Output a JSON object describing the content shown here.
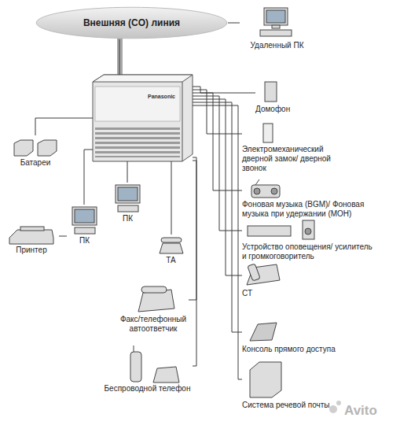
{
  "diagram": {
    "nodes": [
      {
        "text": [
          "Внешняя (CO) линия"
        ]
      },
      {
        "text": [
          "Удаленный ПК"
        ]
      },
      {
        "text": [
          "Panasonic"
        ]
      },
      {
        "text": [
          "Домофон"
        ]
      },
      {
        "text": [
          "Электромеханический дверной замок/ дверной звонок"
        ]
      },
      {
        "text": [
          "Фоновая музыка (BGM)/ Фоновая музыка при удержании (MOH)"
        ]
      },
      {
        "text": [
          "Устройство оповещения/ усилитель и громкоговоритель"
        ]
      },
      {
        "text": [
          "Батареи"
        ]
      },
      {
        "text": [
          "ПК"
        ]
      },
      {
        "text": [
          "Принтер"
        ]
      },
      {
        "text": [
          "ПК"
        ]
      },
      {
        "text": [
          "ТА"
        ]
      },
      {
        "text": [
          "СТ"
        ]
      },
      {
        "text": [
          "Факс/телефонный автоответчик"
        ]
      },
      {
        "text": [
          "Консоль прямого доступа"
        ]
      },
      {
        "text": [
          "Беспроводной телефон"
        ]
      },
      {
        "text": [
          "Система речевой почты"
        ]
      }
    ],
    "edges": [
      {
        "from": 0,
        "to": 2,
        "arrow": "none"
      },
      {
        "from": 0,
        "to": 1,
        "arrow": "none"
      },
      {
        "from": 2,
        "to": 3,
        "arrow": "none"
      },
      {
        "from": 2,
        "to": 4,
        "arrow": "none"
      },
      {
        "from": 2,
        "to": 5,
        "arrow": "none"
      },
      {
        "from": 2,
        "to": 6,
        "arrow": "none"
      },
      {
        "from": 2,
        "to": 12,
        "arrow": "none"
      },
      {
        "from": 2,
        "to": 14,
        "arrow": "none"
      },
      {
        "from": 2,
        "to": 16,
        "arrow": "none"
      },
      {
        "from": 2,
        "to": 7,
        "arrow": "none"
      },
      {
        "from": 2,
        "to": 8,
        "arrow": "none"
      },
      {
        "from": 2,
        "to": 10,
        "arrow": "none"
      },
      {
        "from": 9,
        "to": 10,
        "arrow": "none"
      },
      {
        "from": 2,
        "to": 11,
        "arrow": "none"
      },
      {
        "from": 2,
        "to": 13,
        "arrow": "none"
      },
      {
        "from": 2,
        "to": 15,
        "arrow": "none"
      }
    ],
    "labels": [
      "Avito"
    ]
  }
}
